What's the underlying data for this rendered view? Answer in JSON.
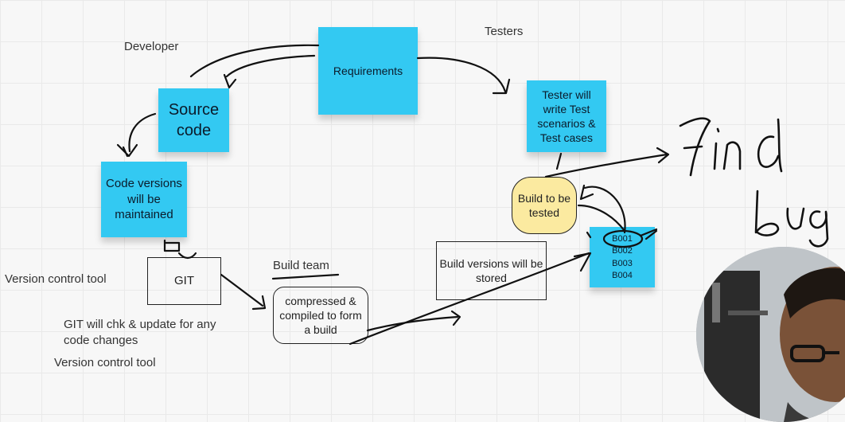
{
  "labels": {
    "developer": "Developer",
    "testers": "Testers",
    "build_team": "Build team",
    "version_control_1": "Version control tool",
    "git_note": "GIT will chk & update for any code changes",
    "version_control_2": "Version control tool"
  },
  "notes": {
    "requirements": "Requirements",
    "source_code": "Source code",
    "code_versions": "Code versions will be maintained",
    "tester_write": "Tester will write Test scenarios & Test cases",
    "build_list": [
      "B001",
      "B002",
      "B003",
      "B004"
    ]
  },
  "boxes": {
    "git": "GIT",
    "compressed": "compressed & compiled to form a build",
    "build_versions": "Build versions will be stored",
    "build_to_test": "Build to be tested"
  },
  "handwriting": {
    "find": "Find",
    "bugs": "bugs"
  },
  "colors": {
    "sticky_blue": "#33c9f2",
    "sticky_yellow": "#fbeaa0",
    "ink": "#111111"
  }
}
